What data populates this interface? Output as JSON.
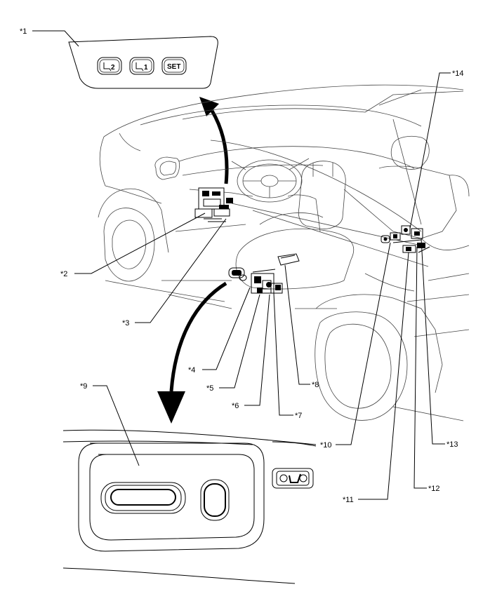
{
  "callouts": [
    {
      "id": "c1",
      "label": "*1"
    },
    {
      "id": "c2",
      "label": "*2"
    },
    {
      "id": "c3",
      "label": "*3"
    },
    {
      "id": "c4",
      "label": "*4"
    },
    {
      "id": "c5",
      "label": "*5"
    },
    {
      "id": "c6",
      "label": "*6"
    },
    {
      "id": "c7",
      "label": "*7"
    },
    {
      "id": "c8",
      "label": "*8"
    },
    {
      "id": "c9",
      "label": "*9"
    },
    {
      "id": "c10",
      "label": "*10"
    },
    {
      "id": "c11",
      "label": "*11"
    },
    {
      "id": "c12",
      "label": "*12"
    },
    {
      "id": "c13",
      "label": "*13"
    },
    {
      "id": "c14",
      "label": "*14"
    }
  ],
  "memory_switch": {
    "buttons": [
      {
        "label": "2",
        "icon": "seat-icon"
      },
      {
        "label": "1",
        "icon": "seat-icon"
      },
      {
        "label": "SET",
        "icon": ""
      }
    ]
  }
}
